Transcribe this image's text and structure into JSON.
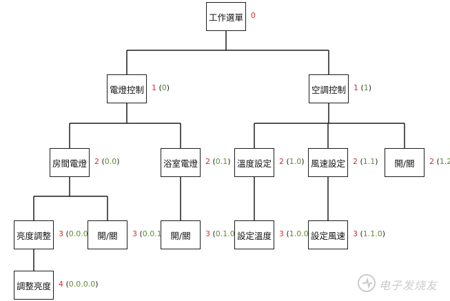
{
  "diagram": {
    "root": {
      "id": "n0",
      "label": "工作選單",
      "level": "0",
      "code": ""
    },
    "nodes": [
      {
        "id": "n1",
        "label": "電燈控制",
        "level": "1",
        "code": "0",
        "parent": "n0"
      },
      {
        "id": "n2",
        "label": "空調控制",
        "level": "1",
        "code": "1",
        "parent": "n0"
      },
      {
        "id": "n1_0",
        "label": "房間電燈",
        "level": "2",
        "code": "0.0",
        "parent": "n1"
      },
      {
        "id": "n1_1",
        "label": "浴室電燈",
        "level": "2",
        "code": "0.1",
        "parent": "n1"
      },
      {
        "id": "n2_0",
        "label": "溫度設定",
        "level": "2",
        "code": "1.0",
        "parent": "n2"
      },
      {
        "id": "n2_1",
        "label": "風速設定",
        "level": "2",
        "code": "1.1",
        "parent": "n2"
      },
      {
        "id": "n2_2",
        "label": "開/關",
        "level": "2",
        "code": "1.2",
        "parent": "n2"
      },
      {
        "id": "n1_0_0",
        "label": "亮度調整",
        "level": "3",
        "code": "0.0.0",
        "parent": "n1_0"
      },
      {
        "id": "n1_0_1",
        "label": "開/關",
        "level": "3",
        "code": "0.0.1",
        "parent": "n1_0"
      },
      {
        "id": "n1_1_0",
        "label": "開/關",
        "level": "3",
        "code": "0.1.0",
        "parent": "n1_1"
      },
      {
        "id": "n2_0_0",
        "label": "設定溫度",
        "level": "3",
        "code": "1.0.0",
        "parent": "n2_0"
      },
      {
        "id": "n2_1_0",
        "label": "設定風速",
        "level": "3",
        "code": "1.1.0",
        "parent": "n2_1"
      },
      {
        "id": "n1_0_0_0",
        "label": "調整亮度",
        "level": "4",
        "code": "0.0.0.0",
        "parent": "n1_0_0"
      }
    ]
  },
  "colors": {
    "box_border": "#1a1a1a",
    "line": "#1a1a1a",
    "level_number": "#d62b2b",
    "level_code": "#5b8a2e"
  },
  "watermark": {
    "text": "电子发烧友",
    "icon": "electronics-logo-icon"
  }
}
